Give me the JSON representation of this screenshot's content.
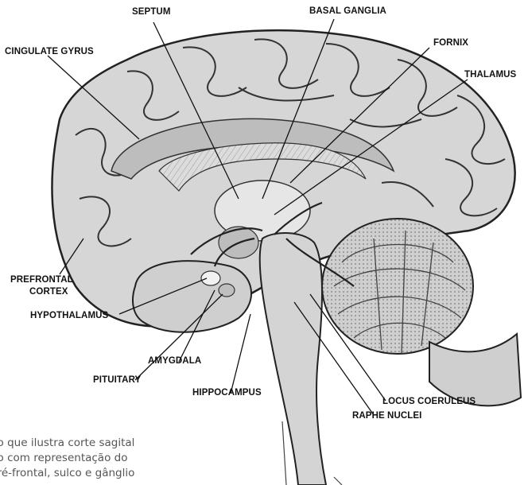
{
  "labels": {
    "septum": "SEPTUM",
    "basal_ganglia": "BASAL GANGLIA",
    "cingulate_gyrus": "CINGULATE GYRUS",
    "fornix": "FORNIX",
    "thalamus": "THALAMUS",
    "prefrontal_line1": "PREFRONTAL",
    "prefrontal_line2": "CORTEX",
    "hypothalamus": "HYPOTHALAMUS",
    "amygdala": "AMYGDALA",
    "pituitary": "PITUITARY",
    "hippocampus": "HIPPOCAMPUS",
    "locus_coeruleus": "LOCUS COERULEUS",
    "raphe_nuclei": "RAPHE NUCLEI"
  },
  "caption": {
    "line1": "ho que ilustra corte sagital",
    "line2": "no com representação do",
    "line3": "pré-frontal, sulco e gânglio"
  },
  "colors": {
    "ink": "#111111",
    "tissue_light": "#d9d9d9",
    "tissue_mid": "#bdbdbd",
    "caption": "#555555"
  }
}
